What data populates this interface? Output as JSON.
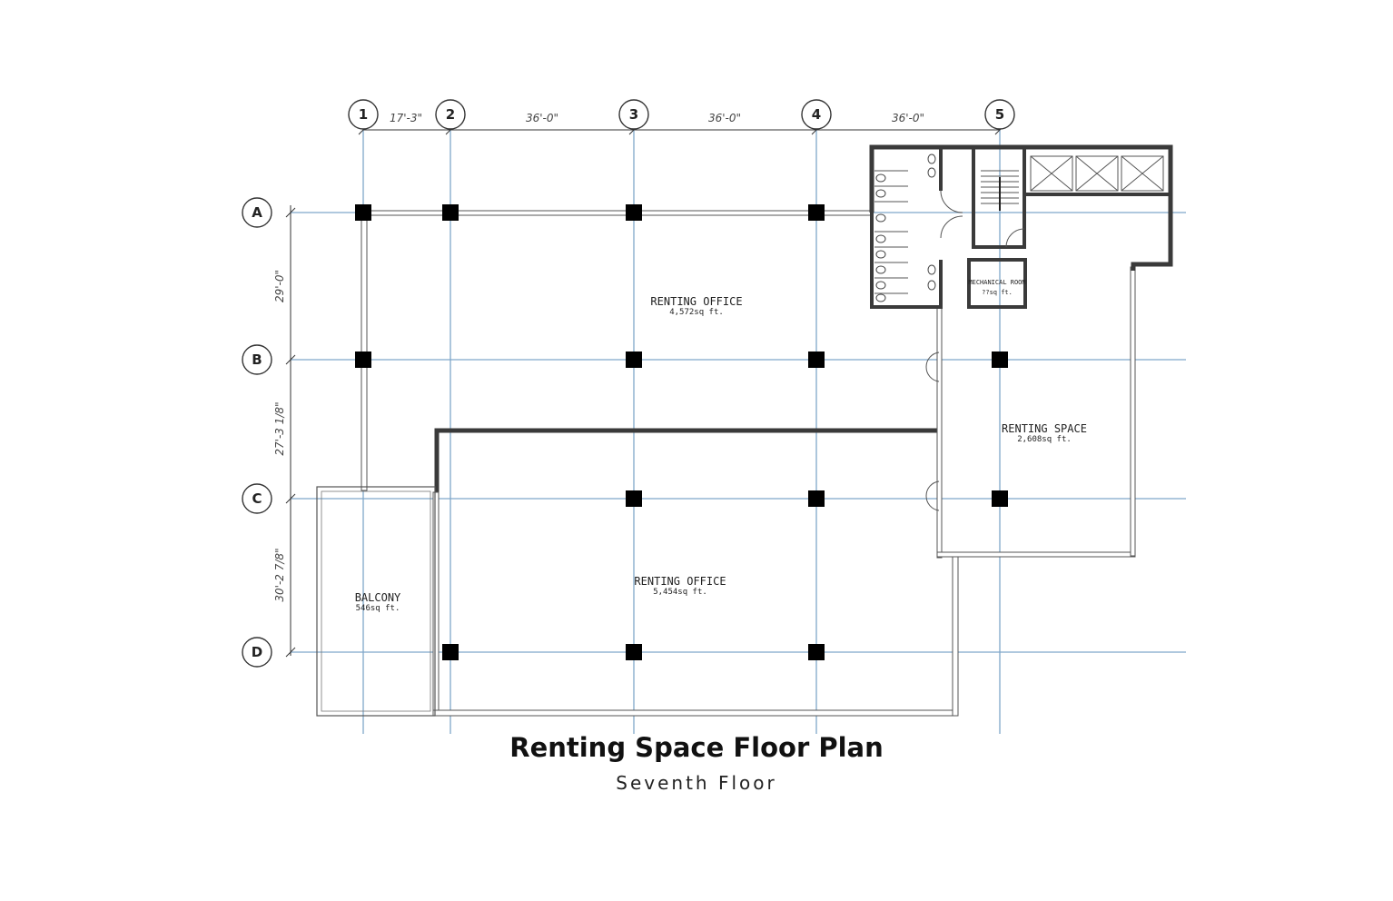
{
  "plan": {
    "title": "Renting Space Floor Plan",
    "subtitle": "Seventh Floor",
    "column_grid": [
      {
        "label": "1"
      },
      {
        "label": "2"
      },
      {
        "label": "3"
      },
      {
        "label": "4"
      },
      {
        "label": "5"
      }
    ],
    "row_grid": [
      {
        "label": "A"
      },
      {
        "label": "B"
      },
      {
        "label": "C"
      },
      {
        "label": "D"
      }
    ],
    "column_dimensions": [
      "17'-3\"",
      "36'-0\"",
      "36'-0\"",
      "36'-0\""
    ],
    "row_dimensions": [
      "29'-0\"",
      "27'-3 1/8\"",
      "30'-2 7/8\""
    ],
    "rooms": [
      {
        "name": "RENTING OFFICE",
        "area": "4,572sq ft."
      },
      {
        "name": "RENTING OFFICE",
        "area": "5,454sq ft."
      },
      {
        "name": "RENTING SPACE",
        "area": "2,608sq ft."
      },
      {
        "name": "BALCONY",
        "area": "546sq ft."
      },
      {
        "name": "MECHANICAL ROOM",
        "area": "??sq ft."
      }
    ]
  }
}
